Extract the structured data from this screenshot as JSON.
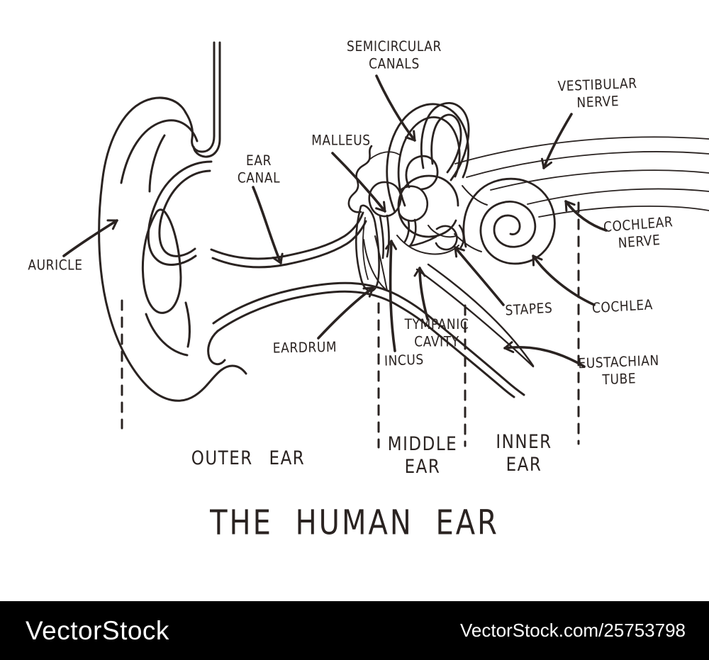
{
  "diagram": {
    "title": "THE HUMAN EAR",
    "ink_color": "#2a2321",
    "labels": {
      "semicircular_canals": {
        "line1": "SEMICIRCULAR",
        "line2": "CANALS"
      },
      "vestibular_nerve": {
        "line1": "VESTIBULAR",
        "line2": "NERVE"
      },
      "malleus": {
        "text": "MALLEUS"
      },
      "ear_canal": {
        "line1": "EAR",
        "line2": "CANAL"
      },
      "auricle": {
        "text": "AURICLE"
      },
      "cochlear_nerve": {
        "line1": "COCHLEAR",
        "line2": "NERVE"
      },
      "cochlea": {
        "text": "COCHLEA"
      },
      "stapes": {
        "text": "STAPES"
      },
      "tympanic_cavity": {
        "line1": "TYMPANIC",
        "line2": "CAVITY"
      },
      "incus": {
        "text": "INCUS"
      },
      "eardrum": {
        "text": "EARDRUM"
      },
      "eustachian_tube": {
        "line1": "EUSTACHIAN",
        "line2": "TUBE"
      }
    },
    "regions": {
      "outer_ear": {
        "line1": "OUTER EAR"
      },
      "middle_ear": {
        "line1": "MIDDLE",
        "line2": "EAR"
      },
      "inner_ear": {
        "line1": "INNER",
        "line2": "EAR"
      }
    }
  },
  "watermark": {
    "brand": "VectorStock",
    "url_text": "VectorStock.com/25753798",
    "bar_color": "#000000",
    "text_color": "#ffffff"
  }
}
